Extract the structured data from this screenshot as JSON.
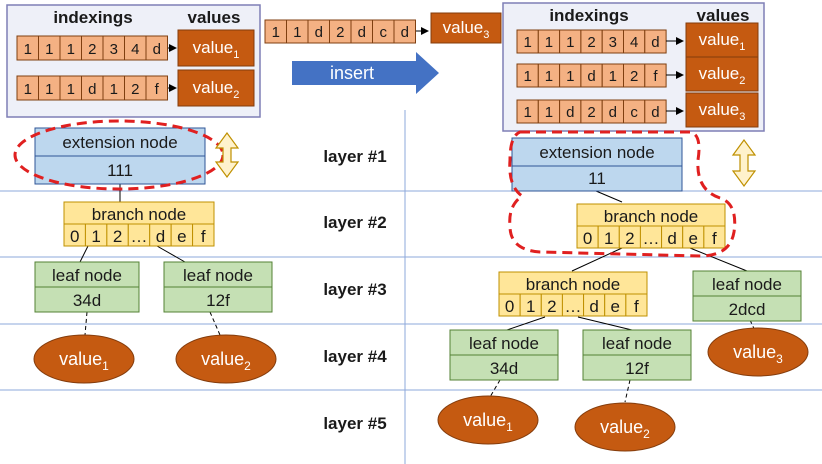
{
  "colors": {
    "orange": "#C55A11",
    "orange_cell": "#F4B183",
    "blue_node": "#BDD7EE",
    "yellow_node": "#FFE699",
    "green_node": "#C5E0B4",
    "red_dash": "#E02020",
    "arrow_blue": "#4472C4",
    "panel_bg": "#EEF0F8",
    "panel_border": "#7F7FB5"
  },
  "left_table": {
    "col_indexings": "indexings",
    "col_values": "values",
    "rows": [
      {
        "cells": [
          "1",
          "1",
          "1",
          "2",
          "3",
          "4",
          "d"
        ],
        "value": "value",
        "sub": "1"
      },
      {
        "cells": [
          "1",
          "1",
          "1",
          "d",
          "1",
          "2",
          "f"
        ],
        "value": "value",
        "sub": "2"
      }
    ]
  },
  "insert": {
    "cells": [
      "1",
      "1",
      "d",
      "2",
      "d",
      "c",
      "d"
    ],
    "value": "value",
    "sub": "3",
    "arrow_label": "insert"
  },
  "right_table": {
    "col_indexings": "indexings",
    "col_values": "values",
    "rows": [
      {
        "cells": [
          "1",
          "1",
          "1",
          "2",
          "3",
          "4",
          "d"
        ],
        "value": "value",
        "sub": "1"
      },
      {
        "cells": [
          "1",
          "1",
          "1",
          "d",
          "1",
          "2",
          "f"
        ],
        "value": "value",
        "sub": "2"
      },
      {
        "cells": [
          "1",
          "1",
          "d",
          "2",
          "d",
          "c",
          "d"
        ],
        "value": "value",
        "sub": "3"
      }
    ]
  },
  "layers": [
    "layer #1",
    "layer #2",
    "layer #3",
    "layer #4",
    "layer #5"
  ],
  "left_tree": {
    "extension": {
      "title": "extension node",
      "key": "111"
    },
    "branch": {
      "title": "branch node",
      "slots": [
        "0",
        "1",
        "2",
        "…",
        "d",
        "e",
        "f"
      ]
    },
    "leaves": [
      {
        "title": "leaf node",
        "key": "34d"
      },
      {
        "title": "leaf node",
        "key": "12f"
      }
    ],
    "values": [
      {
        "label": "value",
        "sub": "1"
      },
      {
        "label": "value",
        "sub": "2"
      }
    ]
  },
  "right_tree": {
    "extension": {
      "title": "extension node",
      "key": "11"
    },
    "branch_top": {
      "title": "branch node",
      "slots": [
        "0",
        "1",
        "2",
        "…",
        "d",
        "e",
        "f"
      ]
    },
    "branch_mid": {
      "title": "branch node",
      "slots": [
        "0",
        "1",
        "2",
        "…",
        "d",
        "e",
        "f"
      ]
    },
    "leaf_right": {
      "title": "leaf node",
      "key": "2dcd"
    },
    "leaves": [
      {
        "title": "leaf node",
        "key": "34d"
      },
      {
        "title": "leaf node",
        "key": "12f"
      }
    ],
    "values": [
      {
        "label": "value",
        "sub": "3"
      },
      {
        "label": "value",
        "sub": "1"
      },
      {
        "label": "value",
        "sub": "2"
      }
    ]
  }
}
